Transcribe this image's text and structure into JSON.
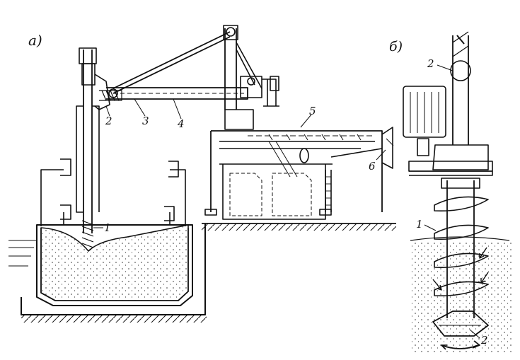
{
  "panels": {
    "a": {
      "label": "a)"
    },
    "b": {
      "label": "б)"
    }
  },
  "callouts_a": [
    "1",
    "2",
    "3",
    "4",
    "5",
    "6"
  ],
  "callouts_b": [
    "2",
    "1",
    "2"
  ],
  "colors": {
    "ink": "#111111",
    "paper": "#ffffff"
  }
}
